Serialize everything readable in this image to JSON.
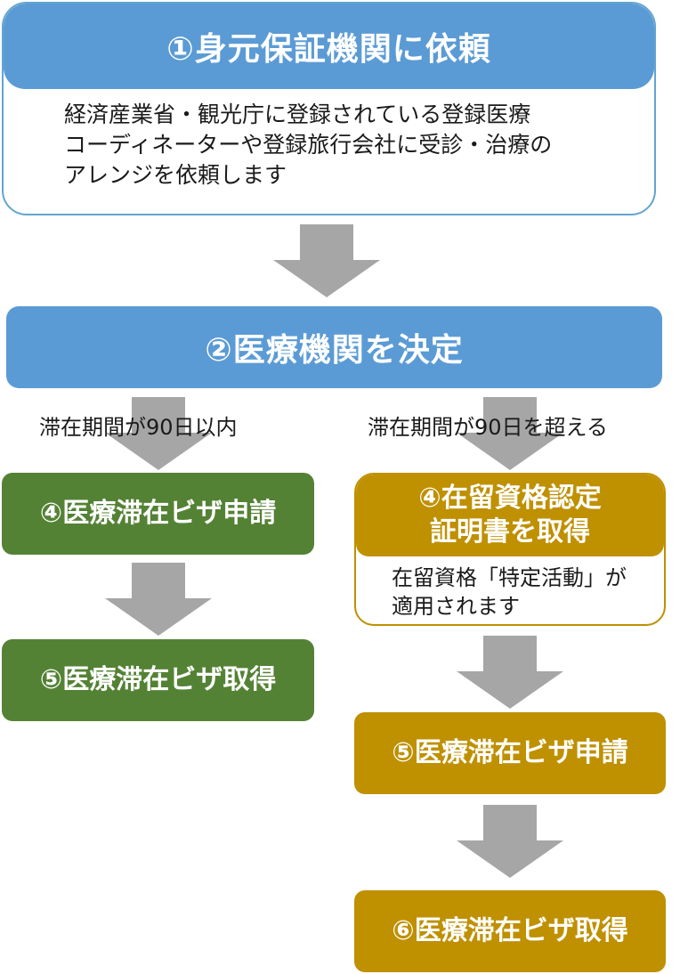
{
  "step1": {
    "title": "①身元保証機関に依頼",
    "description": "経済産業省・観光庁に登録されている登録医療\nコーディネーターや登録旅行会社に受診・治療の\nアレンジを依頼します"
  },
  "step2": {
    "title": "②医療機関を決定"
  },
  "left_branch": {
    "condition": "滞在期間が90日以内",
    "step4": "④医療滞在ビザ申請",
    "step5": "⑤医療滞在ビザ取得"
  },
  "right_branch": {
    "condition": "滞在期間が90日を超える",
    "step4_line1": "④在留資格認定",
    "step4_line2": "証明書を取得",
    "step4_note": "在留資格「特定活動」が\n適用されます",
    "step5": "⑤医療滞在ビザ申請",
    "step6": "⑥医療滞在ビザ取得"
  },
  "colors": {
    "blue": "#5b9bd5",
    "green": "#548235",
    "gold": "#bf9000",
    "arrow": "#a6a6a6"
  }
}
